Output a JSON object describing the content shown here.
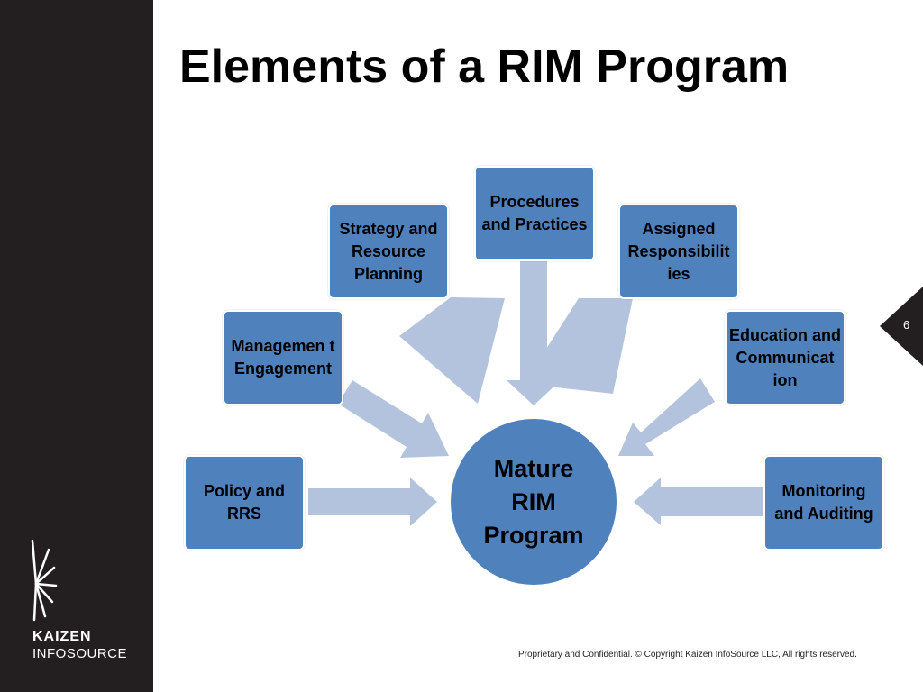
{
  "slide": {
    "title": "Elements of a RIM Program",
    "page_number": "6",
    "footer": "Proprietary and Confidential. © Copyright Kaizen InfoSource LLC, All rights reserved."
  },
  "logo": {
    "line1": "KAIZEN",
    "line2": "INFOSOURCE",
    "icon": "starburst-logo-icon"
  },
  "colors": {
    "box_fill": "#4f81bd",
    "arrow_fill": "#b3c3de",
    "sidebar": "#231f20"
  },
  "diagram": {
    "center": "Mature RIM Program",
    "elements": [
      "Policy and RRS",
      "Managemen t Engagement",
      "Strategy and Resource Planning",
      "Procedures and Practices",
      "Assigned Responsibilit ies",
      "Education and Communicat ion",
      "Monitoring and Auditing"
    ]
  }
}
